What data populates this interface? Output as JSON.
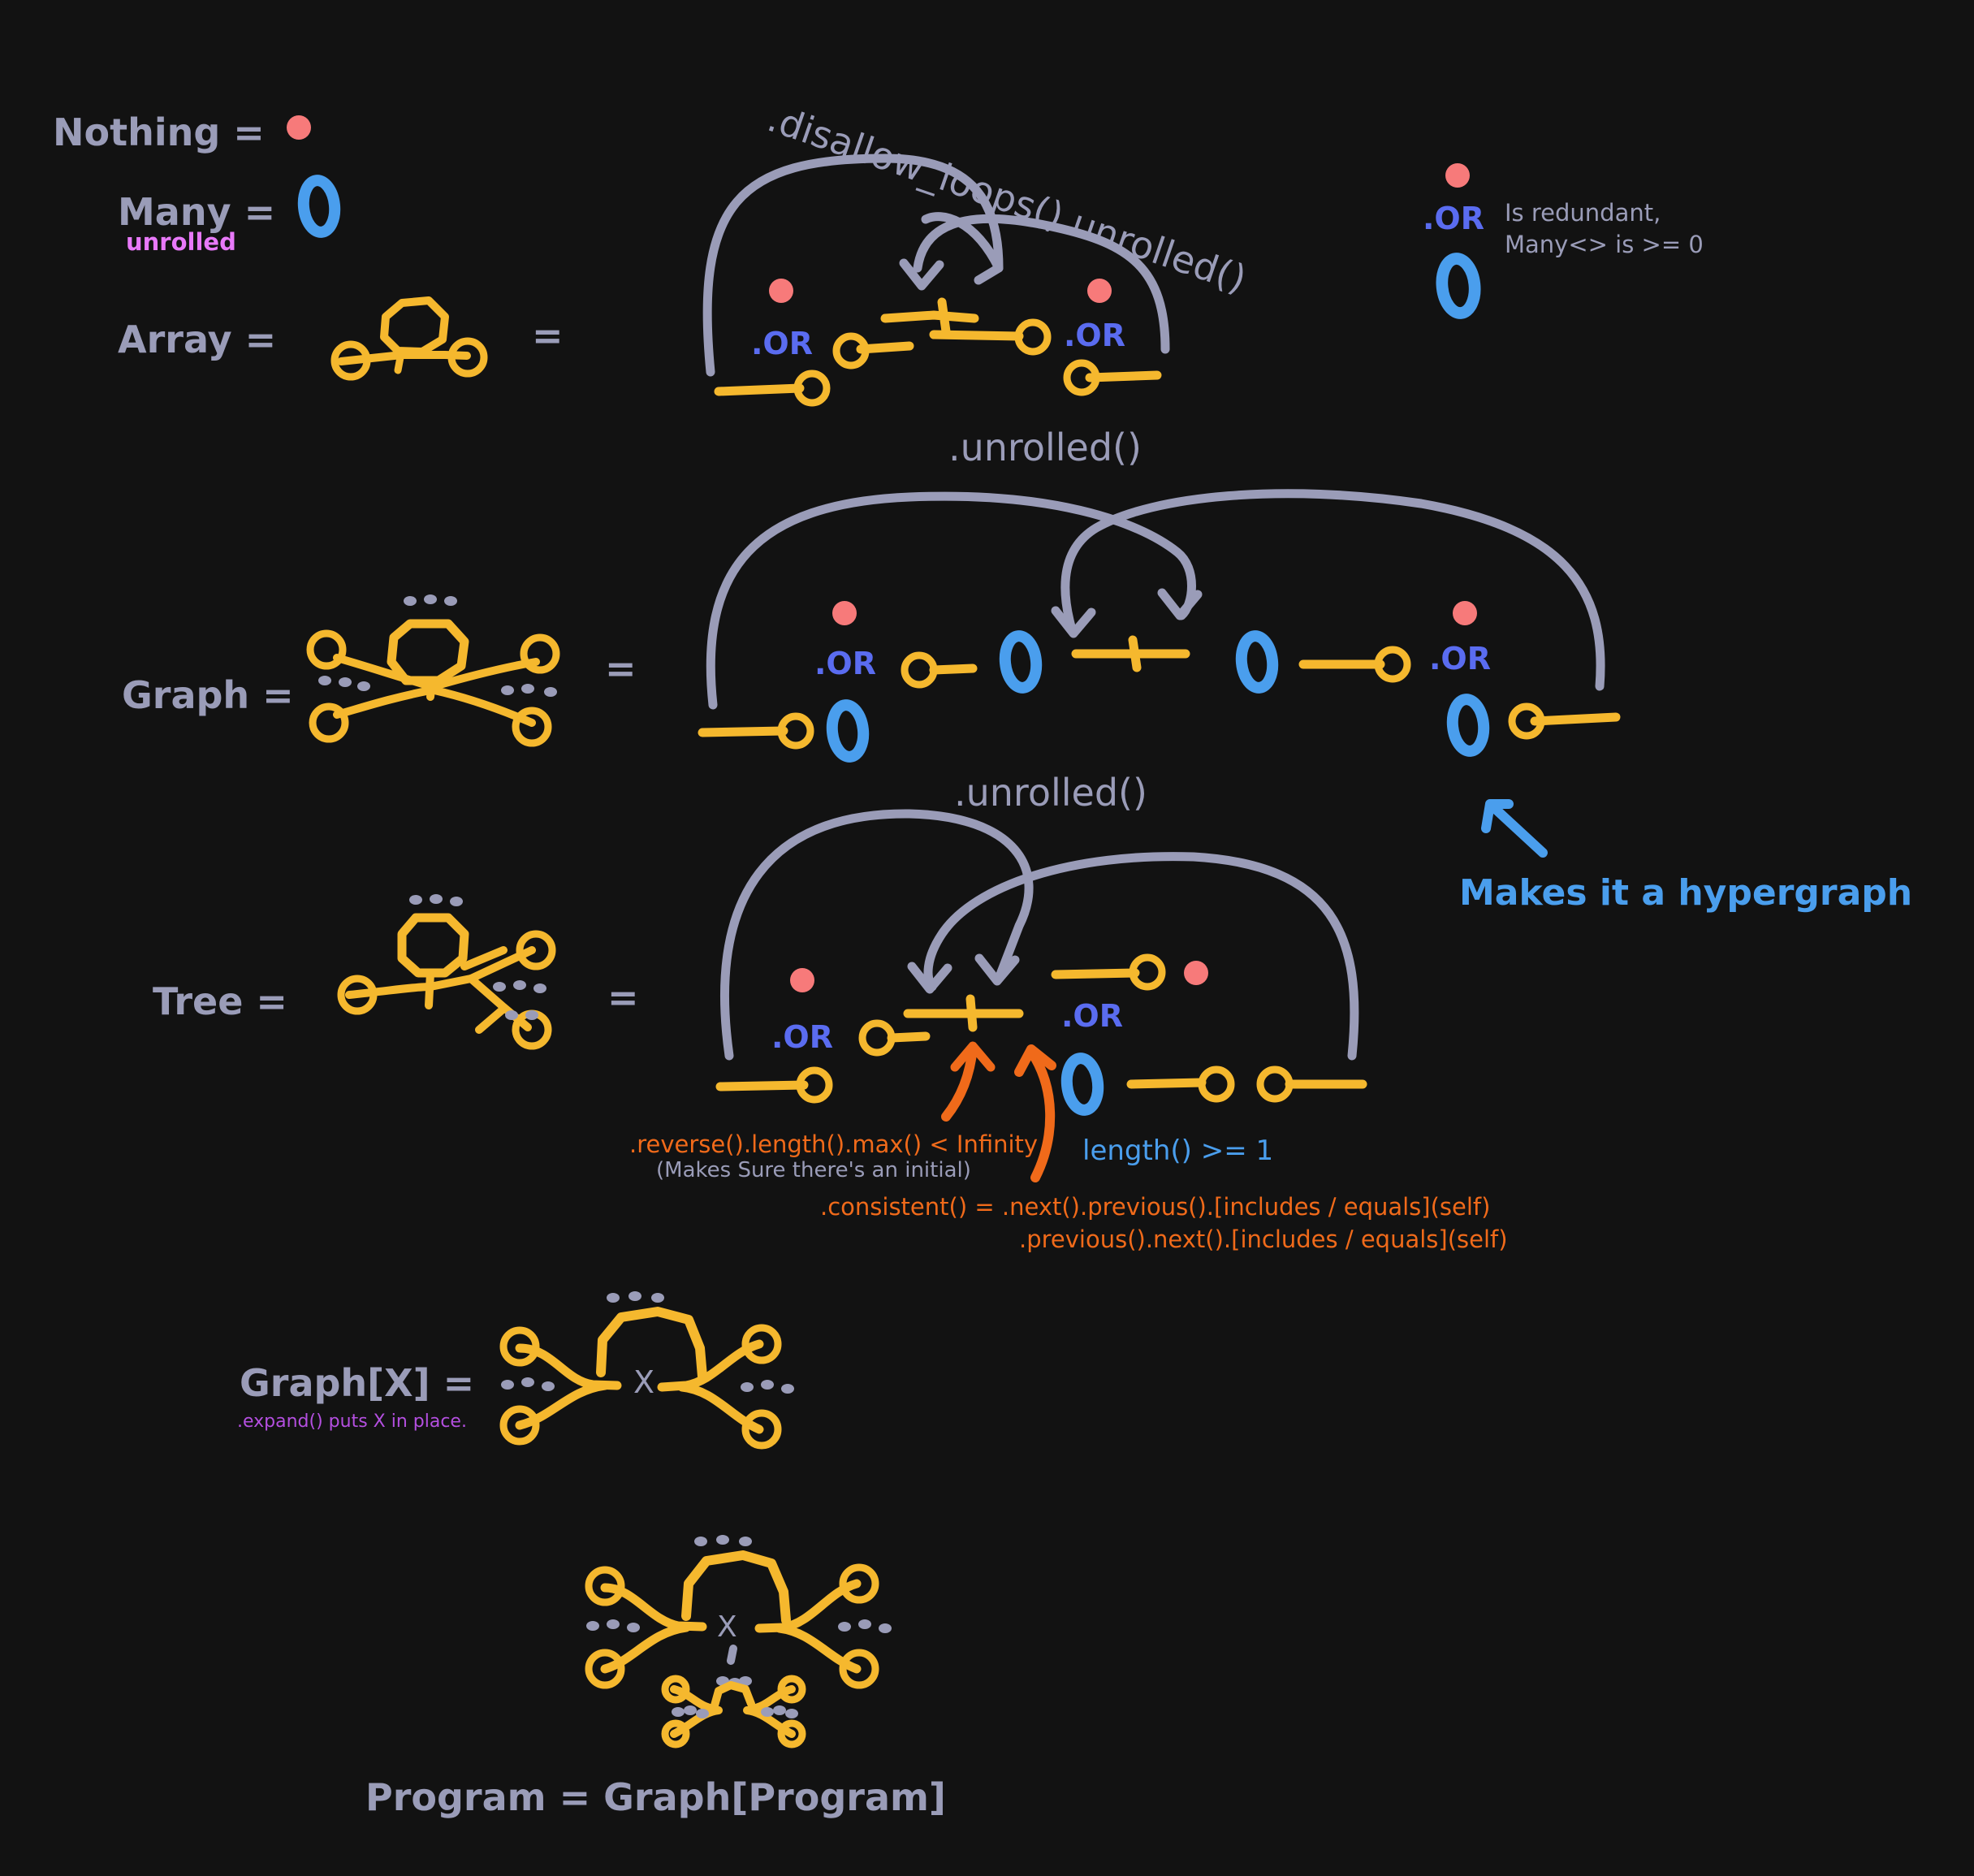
{
  "colors": {
    "background": "#121212",
    "gray": "#9a9cb8",
    "yellow": "#f5b82e",
    "blue": "#4a9eed",
    "indigo": "#5a6cf0",
    "salmon": "#f77a7a",
    "orange": "#f06a1a",
    "pink": "#e879f9",
    "purple": "#b44fe0"
  },
  "icons": {
    "nothing": "salmon-dot-icon",
    "many": "blue-loop-icon",
    "node": "yellow-node-icon",
    "continuation": "gray-dots-icon"
  },
  "labels": {
    "nothing": "Nothing =",
    "many": "Many =",
    "unrolled_note": "unrolled",
    "array": "Array =",
    "graph": "Graph =",
    "tree": "Tree =",
    "graph_x": "Graph[X] =",
    "expand_note": ".expand() puts X in place.",
    "program": "Program = Graph[Program]",
    "equals": "=",
    "or": ".OR",
    "x_mark": "X"
  },
  "annotations": {
    "disallow_loops": ".disallow_loops().unrolled()",
    "unrolled_graph": ".unrolled()",
    "unrolled_tree": ".unrolled()",
    "redundant_line1": "Is redundant,",
    "redundant_line2": "Many<> is >= 0",
    "hypergraph": "Makes it a hypergraph",
    "reverse_length": ".reverse().length().max() < Infinity",
    "initial_note": "(Makes Sure there's an initial)",
    "length_ge": "length() >= 1",
    "consistent_line1": ".consistent() = .next().previous().[includes / equals](self)",
    "consistent_line2": ".previous().next().[includes / equals](self)"
  }
}
